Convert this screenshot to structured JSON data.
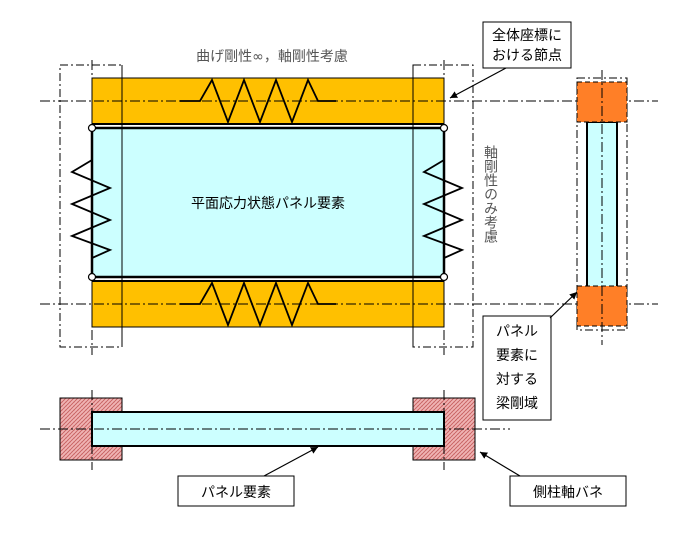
{
  "labels": {
    "top_caption": "曲げ剛性∞，軸剛性考慮",
    "global_node_line1": "全体座標に",
    "global_node_line2": "おける節点",
    "side_caption": "軸剛性のみ考慮",
    "panel_element": "平面応力状態パネル要素",
    "rigid_zone_line1": "パネル",
    "rigid_zone_line2": "要素に",
    "rigid_zone_line3": "対する",
    "rigid_zone_line4": "梁剛域",
    "bottom_panel": "パネル要素",
    "column_spring": "側柱軸バネ"
  },
  "colors": {
    "beam": "#FFC000",
    "panel": "#CCFFFF",
    "orange_node": "#FF7F27",
    "pink_hatch": "#E8A0A0",
    "line": "#000000"
  }
}
